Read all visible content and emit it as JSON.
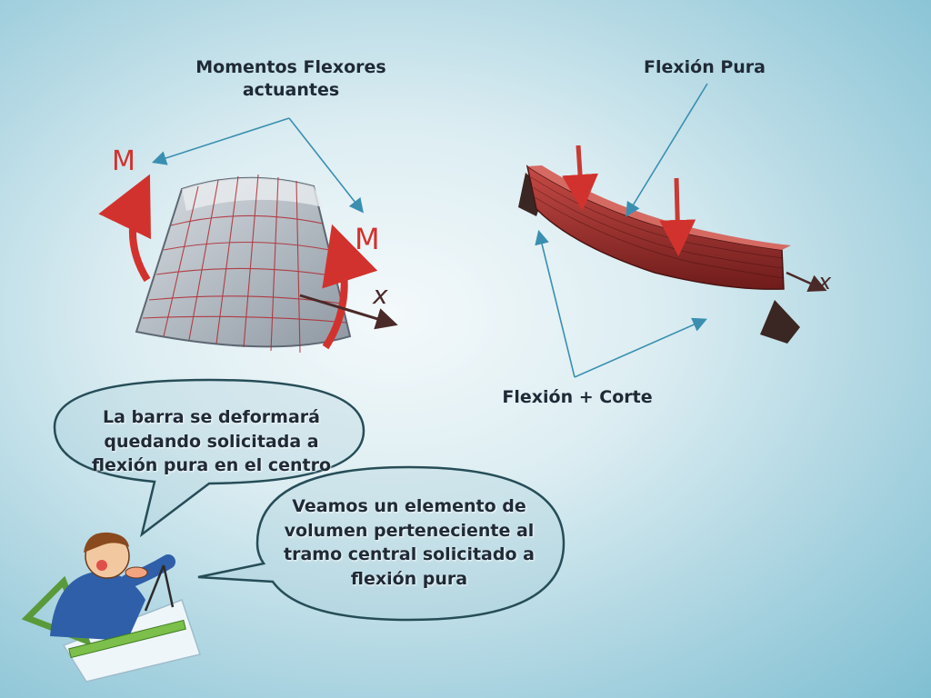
{
  "labels": {
    "moments_title": "Momentos Flexores actuantes",
    "pure_bending": "Flexión Pura",
    "bending_shear": "Flexión + Corte"
  },
  "block_symbols": {
    "moment_left": "M",
    "moment_right": "M",
    "axis_block": "x",
    "axis_beam": "x"
  },
  "bubbles": {
    "upper": "La barra se deformará quedando solicitada  a flexión pura en el centro",
    "lower": "Veamos un elemento de volumen perteneciente al tramo central solicitado a flexión pura"
  },
  "colors": {
    "pointer": "#3a8fb0",
    "moment_arrow": "#d2322d",
    "grid_line": "#b02830",
    "beam": "#9b2a28",
    "bubble_border": "#264d57"
  }
}
